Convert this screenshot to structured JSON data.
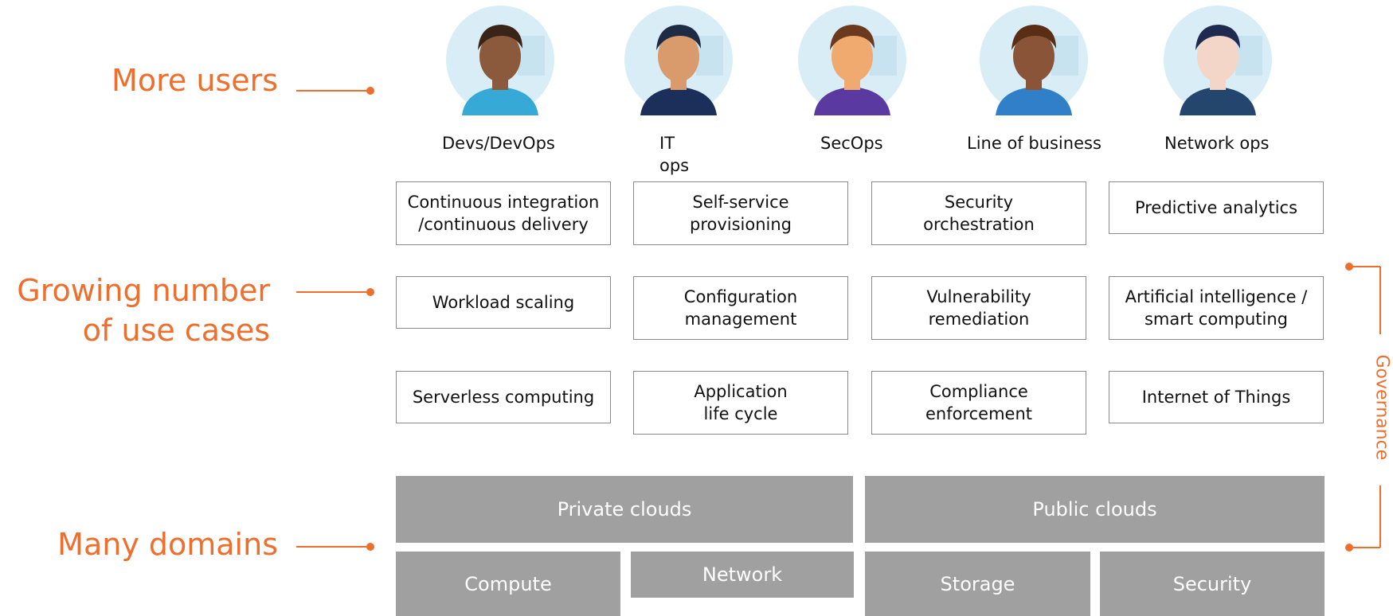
{
  "labels": {
    "more_users": "More users",
    "use_cases_line1": "Growing number",
    "use_cases_line2": "of use cases",
    "domains": "Many domains",
    "governance": "Governance"
  },
  "users": [
    {
      "name": "Devs/DevOps",
      "icon": "developer-avatar-icon"
    },
    {
      "name": "IT\nops",
      "icon": "it-ops-avatar-icon"
    },
    {
      "name": "SecOps",
      "icon": "secops-avatar-icon"
    },
    {
      "name": "Line of business",
      "icon": "line-of-business-avatar-icon"
    },
    {
      "name": "Network ops",
      "icon": "network-ops-avatar-icon"
    }
  ],
  "use_cases": [
    [
      "Continuous integration\n/continuous delivery",
      "Self-service\nprovisioning",
      "Security\norchestration",
      "Predictive analytics"
    ],
    [
      "Workload scaling",
      "Configuration\nmanagement",
      "Vulnerability\nremediation",
      "Artificial intelligence /\nsmart computing"
    ],
    [
      "Serverless computing",
      "Application\nlife cycle",
      "Compliance\nenforcement",
      "Internet of Things"
    ]
  ],
  "domains": {
    "clouds": [
      "Private clouds",
      "Public clouds"
    ],
    "areas": [
      "Compute",
      "Network",
      "Storage",
      "Security"
    ]
  },
  "colors": {
    "accent": "#ee6f2d",
    "domain_box": "#a0a0a0",
    "box_border": "#8a8a8a"
  }
}
